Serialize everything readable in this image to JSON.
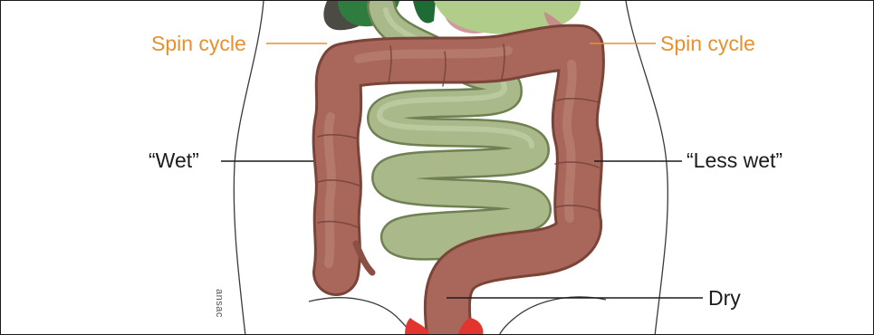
{
  "labels": {
    "spin_left": "Spin cycle",
    "spin_right": "Spin cycle",
    "wet": "“Wet”",
    "less_wet": "“Less wet”",
    "dry": "Dry"
  },
  "credit": "ansac",
  "colors": {
    "accent": "#e8902f",
    "text": "#1c1c1c",
    "colon": "#a8675a",
    "colon_shadow": "#7d463c",
    "small_intestine": "#a9b98a",
    "small_intestine_shadow": "#7f9163",
    "stomach": "#b1cd8a",
    "organ_pink": "#c68d8a",
    "leaf_green": "#2e7d3e",
    "red": "#e2352f"
  }
}
